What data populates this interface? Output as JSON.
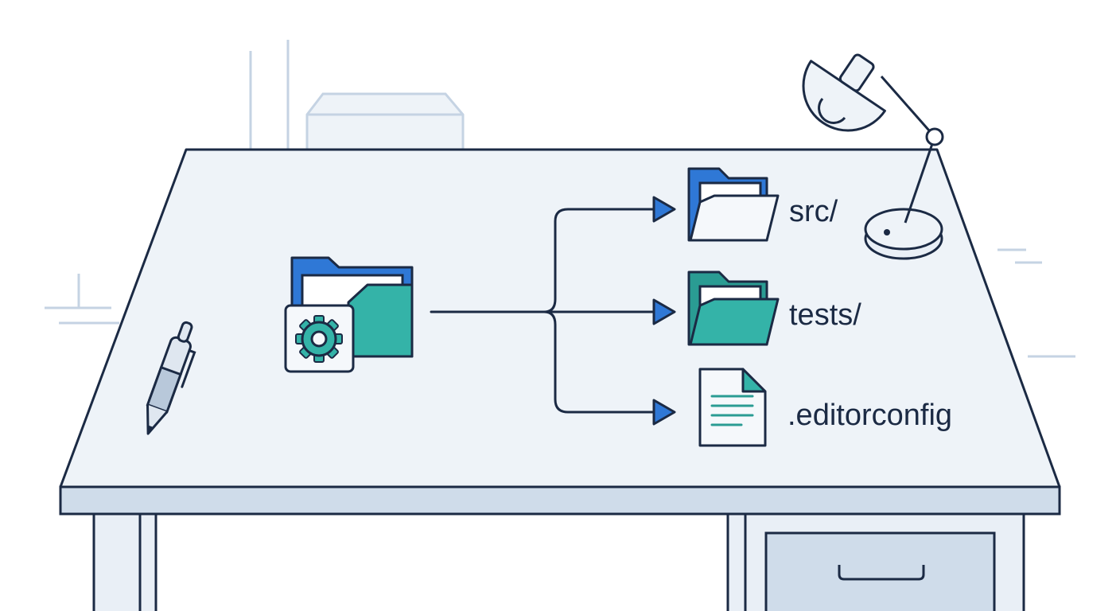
{
  "diagram": {
    "root": {
      "icon": "config-folder-icon",
      "badge_icon": "gear-icon"
    },
    "entries": [
      {
        "label": "src/",
        "icon": "blue-folder-icon"
      },
      {
        "label": "tests/",
        "icon": "teal-folder-icon"
      },
      {
        "label": ".editorconfig",
        "icon": "document-icon"
      }
    ]
  },
  "colors": {
    "outline": "#1b2a44",
    "blue": "#2f78d6",
    "teal": "#34b3a8",
    "desk_top": "#eef3f8",
    "desk_edge": "#cfdcea",
    "paper": "#f5f8fb",
    "background_lines": "#c5d3e3"
  }
}
